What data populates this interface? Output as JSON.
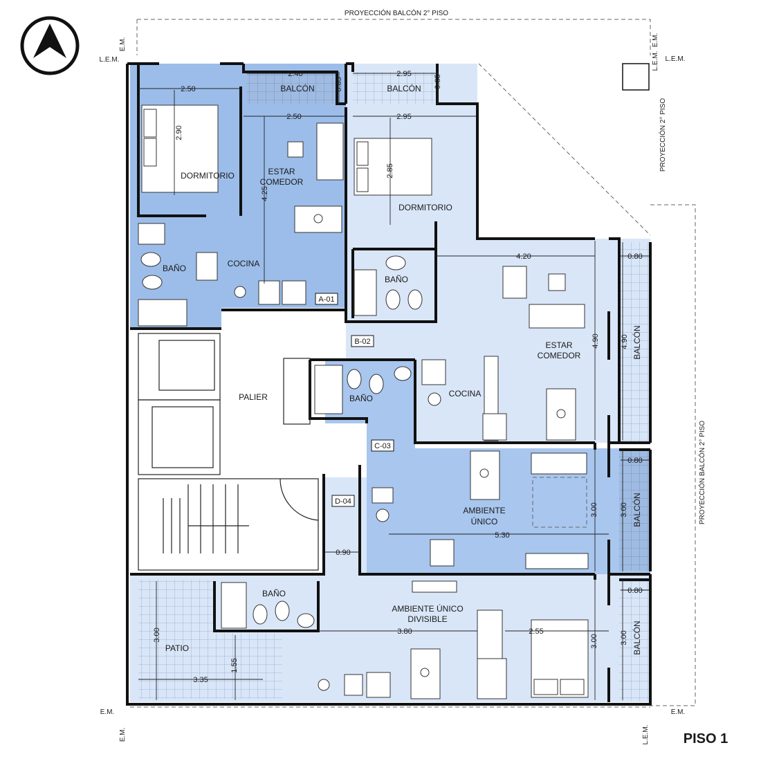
{
  "colors": {
    "unit_dark": "#9cbde9",
    "unit_mid": "#a8c6ee",
    "unit_light": "#d9e6f8",
    "balcony_grid": "#7894b8",
    "wall": "#111111",
    "background": "#ffffff"
  },
  "icons": {
    "north": "north-arrow-icon"
  },
  "title": "PISO 1",
  "edges": {
    "top_projection": "PROYECCIÓN BALCÓN 2° PISO",
    "right_upper_projection": "PROYECCIÓN 2° PISO",
    "right_lower_projection": "PROYECCIÓN BALCÓN 2° PISO",
    "lem": "L.E.M.",
    "em": "E.M."
  },
  "unit_tags": {
    "a01": "A-01",
    "b02": "B-02",
    "c03": "C-03",
    "d04": "D-04"
  },
  "rooms": {
    "a_dormitorio": "DORMITORIO",
    "a_estar": "ESTAR",
    "a_comedor": "COMEDOR",
    "a_bano": "BAÑO",
    "a_cocina": "COCINA",
    "a_balcon": "BALCÓN",
    "b_balcon": "BALCÓN",
    "b_dormitorio": "DORMITORIO",
    "b_bano": "BAÑO",
    "b_estar": "ESTAR",
    "b_comedor": "COMEDOR",
    "b_cocina": "COCINA",
    "b_balcon_side": "BALCÓN",
    "palier": "PALIER",
    "c_bano": "BAÑO",
    "c_ambiente": "AMBIENTE",
    "c_unico": "ÚNICO",
    "c_balcon": "BALCÓN",
    "d_bano": "BAÑO",
    "d_ambiente_1": "AMBIENTE ÚNICO",
    "d_ambiente_2": "DIVISIBLE",
    "d_patio": "PATIO",
    "d_balcon": "BALCÓN"
  },
  "dimensions": {
    "a_dorm_w": "2.50",
    "a_dorm_h": "2.90",
    "a_balc_w": "2.40",
    "a_balc_d": "0.85",
    "a_estar_w": "2.50",
    "a_estar_h": "4.25",
    "b_balc_w": "2.95",
    "b_balc_d": "0.85",
    "b_dorm_w": "2.95",
    "b_dorm_h": "2.85",
    "b_estar_w": "4.20",
    "b_estar_h": "4.90",
    "b_balc_side_w": "0.80",
    "b_balc_side_h": "4.90",
    "c_amb_w": "5.30",
    "c_amb_h": "3.00",
    "c_balc_w": "0.80",
    "c_balc_h": "3.00",
    "corridor_w": "0.90",
    "d_amb_w1": "3.80",
    "d_amb_w2": "2.55",
    "d_amb_h": "3.00",
    "d_balc_w": "0.80",
    "d_balc_h": "3.00",
    "d_patio_w": "3.35",
    "d_patio_h": "3.00",
    "d_patio_h2": "1.55"
  }
}
